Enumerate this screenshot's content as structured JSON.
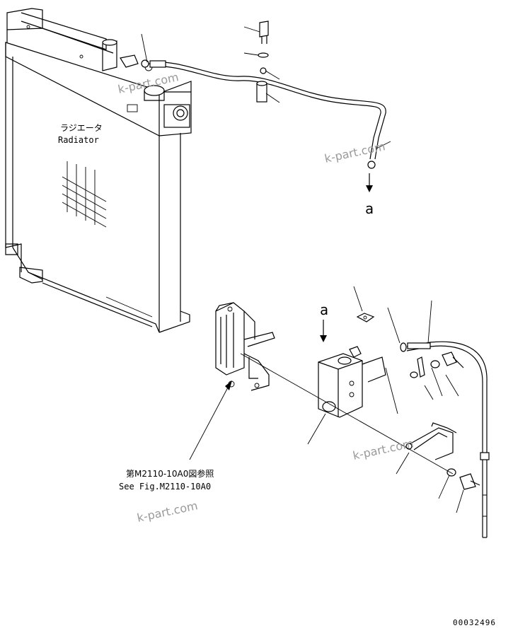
{
  "radiator_label": {
    "jp": "ラジエータ",
    "en": "Radiator"
  },
  "reference_note": {
    "jp": "第M2110-10A0図参照",
    "en": "See Fig.M2110-10A0"
  },
  "connection_marker": "a",
  "watermark": "k-part.com",
  "drawing_number": "00032496"
}
